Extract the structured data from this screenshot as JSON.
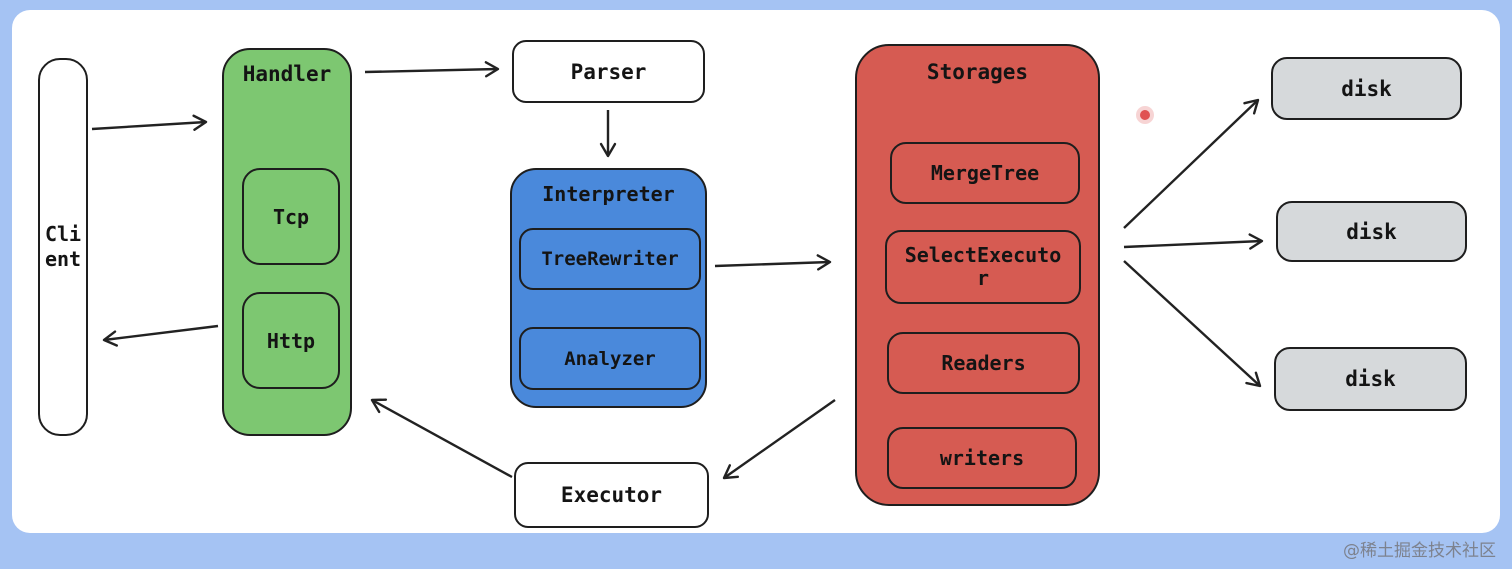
{
  "nodes": {
    "client": {
      "label": "Client"
    },
    "handler": {
      "label": "Handler",
      "children": {
        "tcp": "Tcp",
        "http": "Http"
      }
    },
    "parser": {
      "label": "Parser"
    },
    "interpreter": {
      "label": "Interpreter",
      "children": {
        "tree_rewriter": "TreeRewriter",
        "analyzer": "Analyzer"
      }
    },
    "executor": {
      "label": "Executor"
    },
    "storages": {
      "label": "Storages",
      "children": {
        "merge_tree": "MergeTree",
        "select_executor": "SelectExecutor",
        "readers": "Readers",
        "writers": "writers"
      }
    },
    "disks": {
      "disk1": "disk",
      "disk2": "disk",
      "disk3": "disk"
    }
  },
  "edges": [
    {
      "from": "client",
      "to": "handler"
    },
    {
      "from": "handler",
      "to": "client"
    },
    {
      "from": "handler",
      "to": "parser"
    },
    {
      "from": "parser",
      "to": "interpreter"
    },
    {
      "from": "interpreter",
      "to": "storages"
    },
    {
      "from": "storages",
      "to": "disk1"
    },
    {
      "from": "storages",
      "to": "disk2"
    },
    {
      "from": "storages",
      "to": "disk3"
    },
    {
      "from": "storages",
      "to": "executor"
    },
    {
      "from": "executor",
      "to": "handler"
    }
  ],
  "watermark": "@稀土掘金技术社区",
  "colors": {
    "frame_blue": "#a5c3f3",
    "handler_green": "#7dc771",
    "interpreter_blue": "#4a89db",
    "storages_red": "#d65b52",
    "disk_gray": "#d6d9db",
    "stroke": "#222222",
    "cursor_red": "#e05252"
  }
}
